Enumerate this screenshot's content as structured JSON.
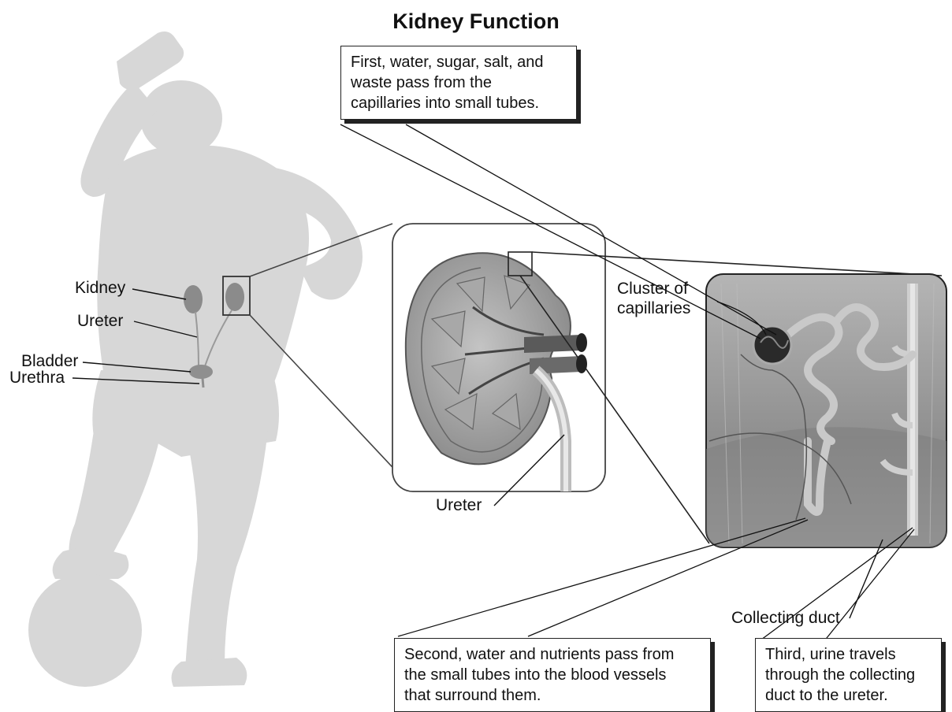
{
  "title": "Kidney Function",
  "body_labels": {
    "kidney": "Kidney",
    "ureter": "Ureter",
    "bladder": "Bladder",
    "urethra": "Urethra"
  },
  "kidney_detail": {
    "ureter": "Ureter"
  },
  "nephron_detail": {
    "capillaries_line1": "Cluster of",
    "capillaries_line2": "capillaries",
    "collecting_duct": "Collecting duct"
  },
  "callouts": {
    "first": [
      "First, water, sugar, salt, and",
      "waste pass from the",
      "capillaries into small tubes."
    ],
    "second": [
      "Second, water and nutrients pass from",
      "the small tubes into the blood vessels",
      "that surround them."
    ],
    "third": [
      "Third, urine travels",
      "through the collecting",
      "duct to the ureter."
    ]
  },
  "icons": [
    "person-drinking-silhouette",
    "kidney-icon",
    "nephron-icon",
    "soccer-ball-icon"
  ],
  "colors": {
    "silhouette": "#d7d7d7",
    "organ": "#8e8e8e",
    "detail_bg": "#9a9a9a",
    "outline": "#222222"
  }
}
